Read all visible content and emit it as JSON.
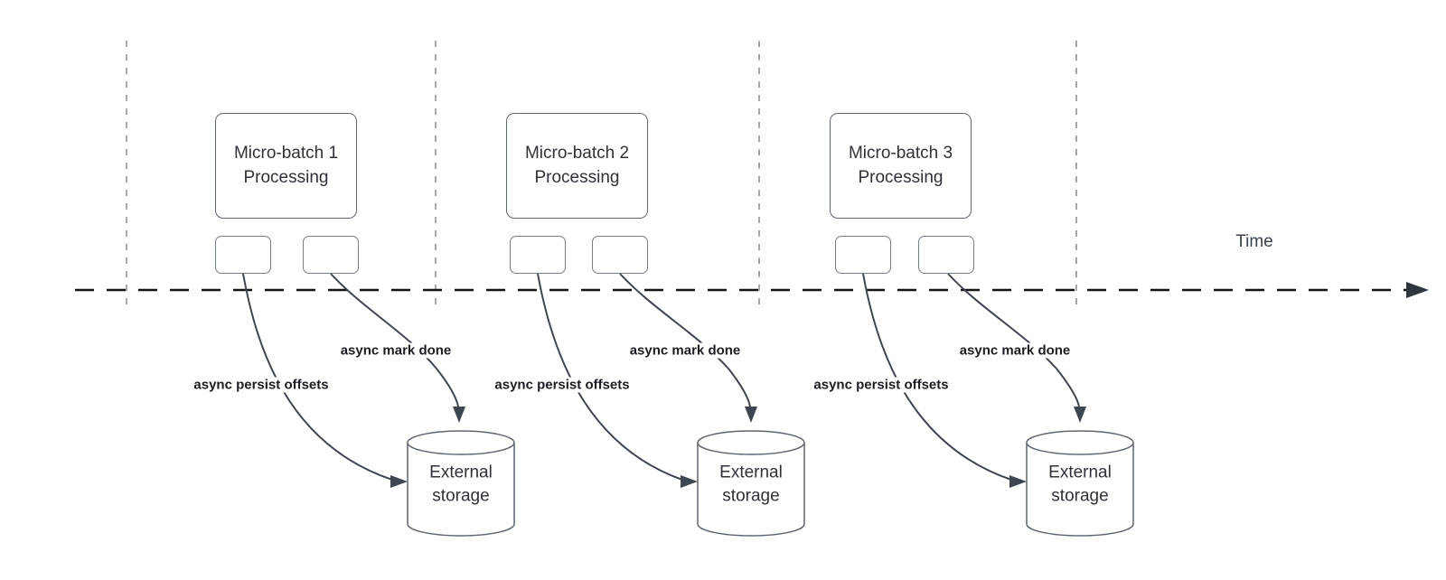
{
  "diagram": {
    "time_label": "Time",
    "batches": [
      {
        "box_label": "Micro-batch 1\nProcessing",
        "persist_label": "async persist offsets",
        "mark_done_label": "async mark done",
        "storage_label": "External\nstorage"
      },
      {
        "box_label": "Micro-batch 2\nProcessing",
        "persist_label": "async persist offsets",
        "mark_done_label": "async mark done",
        "storage_label": "External\nstorage"
      },
      {
        "box_label": "Micro-batch 3\nProcessing",
        "persist_label": "async persist offsets",
        "mark_done_label": "async mark done",
        "storage_label": "External\nstorage"
      }
    ],
    "colors": {
      "arrow_stroke": "#3e4652",
      "timeline_stroke": "#151515",
      "guide_stroke": "#a8a8a8",
      "box_border": "#5f6672",
      "label_text": "#1a1e24"
    }
  }
}
